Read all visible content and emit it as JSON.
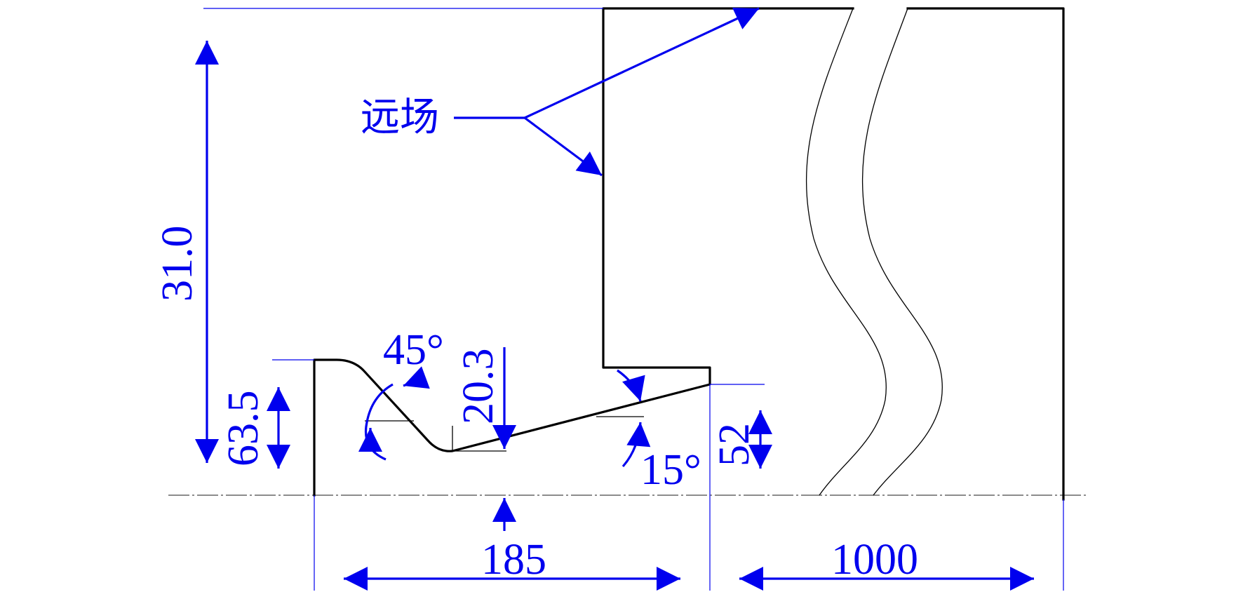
{
  "colors": {
    "dimension": "#0000ee",
    "geometry": "#000000",
    "axis": "#666666"
  },
  "labels": {
    "height_total": "31.0",
    "height_left": "63.5",
    "notch_depth": "20.3",
    "step_height": "52",
    "angle_left": "45°",
    "angle_right": "15°",
    "width_channel": "185",
    "width_far": "1000",
    "far_field": "远场"
  }
}
